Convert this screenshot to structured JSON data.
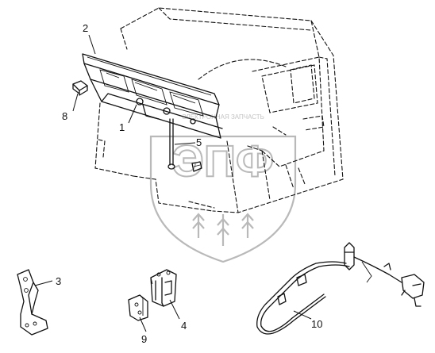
{
  "diagram": {
    "watermark": {
      "text": "ЭПФ",
      "caption": "ЭЛЕКТРОННАЯ ЗАПЧАСТЬ",
      "color": "#b9b9b9"
    },
    "callouts": [
      {
        "id": "c1",
        "label": "1"
      },
      {
        "id": "c2",
        "label": "2"
      },
      {
        "id": "c3",
        "label": "3"
      },
      {
        "id": "c4",
        "label": "4"
      },
      {
        "id": "c5",
        "label": "5"
      },
      {
        "id": "c8",
        "label": "8"
      },
      {
        "id": "c9",
        "label": "9"
      },
      {
        "id": "c10",
        "label": "10"
      }
    ],
    "line_color": "#111111"
  }
}
